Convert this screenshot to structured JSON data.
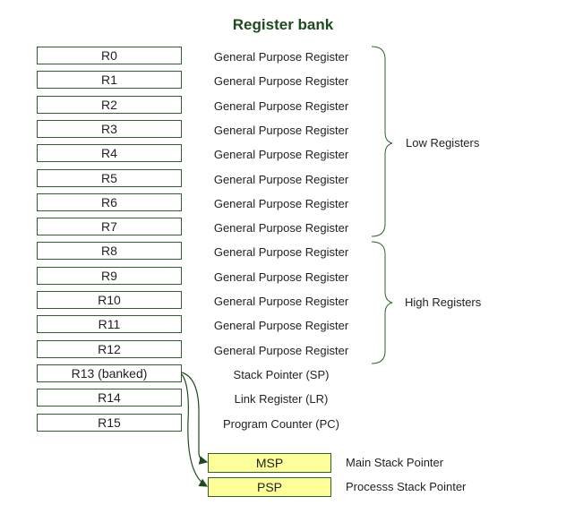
{
  "title": "Register bank",
  "registers": [
    {
      "name": "R0",
      "description": "General Purpose Register"
    },
    {
      "name": "R1",
      "description": "General Purpose Register"
    },
    {
      "name": "R2",
      "description": "General Purpose Register"
    },
    {
      "name": "R3",
      "description": "General Purpose Register"
    },
    {
      "name": "R4",
      "description": "General Purpose Register"
    },
    {
      "name": "R5",
      "description": "General Purpose Register"
    },
    {
      "name": "R6",
      "description": "General Purpose Register"
    },
    {
      "name": "R7",
      "description": "General Purpose Register"
    },
    {
      "name": "R8",
      "description": "General Purpose Register"
    },
    {
      "name": "R9",
      "description": "General Purpose Register"
    },
    {
      "name": "R10",
      "description": "General Purpose Register"
    },
    {
      "name": "R11",
      "description": "General Purpose Register"
    },
    {
      "name": "R12",
      "description": "General Purpose Register"
    },
    {
      "name": "R13 (banked)",
      "description": "Stack Pointer (SP)"
    },
    {
      "name": "R14",
      "description": "Link Register (LR)"
    },
    {
      "name": "R15",
      "description": "Program Counter (PC)"
    }
  ],
  "groups": {
    "low": "Low Registers",
    "high": "High Registers"
  },
  "stack_pointers": [
    {
      "name": "MSP",
      "description": "Main Stack Pointer"
    },
    {
      "name": "PSP",
      "description": "Processs Stack Pointer"
    }
  ],
  "colors": {
    "title": "#1f4a1f",
    "border": "#2f5f2f",
    "stack_fill": "#ffff99"
  }
}
